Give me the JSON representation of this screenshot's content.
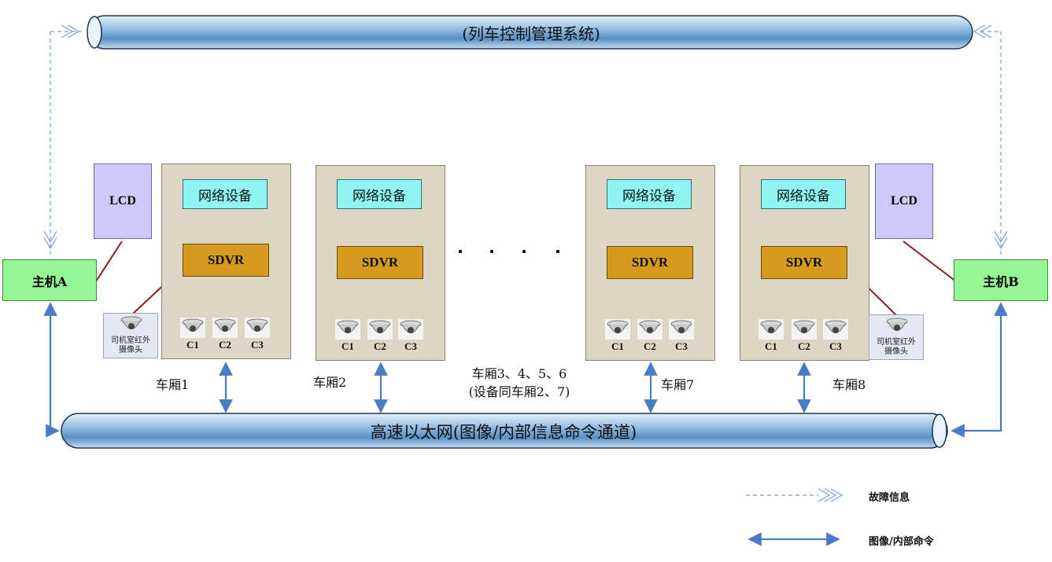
{
  "top_bus": {
    "label": "(列车控制管理系统)"
  },
  "bottom_bus": {
    "label": "高速以太网(图像/内部信息命令通道)"
  },
  "host_a": {
    "label": "主机A"
  },
  "host_b": {
    "label": "主机B"
  },
  "lcd_left": {
    "label": "LCD"
  },
  "lcd_right": {
    "label": "LCD"
  },
  "ir_camera_left": {
    "label": "司机室红外\n摄像头"
  },
  "ir_camera_right": {
    "label": "司机室红外\n摄像头"
  },
  "cars": [
    {
      "name": "车厢1",
      "network": "网络设备",
      "sdvr": "SDVR",
      "cameras": [
        "C1",
        "C2",
        "C3"
      ]
    },
    {
      "name": "车厢2",
      "network": "网络设备",
      "sdvr": "SDVR",
      "cameras": [
        "C1",
        "C2",
        "C3"
      ]
    },
    {
      "name": "车厢7",
      "network": "网络设备",
      "sdvr": "SDVR",
      "cameras": [
        "C1",
        "C2",
        "C3"
      ]
    },
    {
      "name": "车厢8",
      "network": "网络设备",
      "sdvr": "SDVR",
      "cameras": [
        "C1",
        "C2",
        "C3"
      ]
    }
  ],
  "middle_note": {
    "line1": "车厢3、4、5、6",
    "line2": "(设备同车厢2、7)"
  },
  "legend": [
    {
      "label": "故障信息",
      "style": "dashed-double-arrow",
      "color": "#7a9fd6"
    },
    {
      "label": "图像/内部命令",
      "style": "solid-double-arrow",
      "color": "#4a7cc6"
    }
  ],
  "colors": {
    "network_box": "#8ff4f4",
    "sdvr_box": "#d69a1e",
    "car_panel": "#ddd6c4",
    "host_box": "#96f596",
    "lcd_box": "#cdc8f5",
    "connector_red": "#8b1a1a",
    "connector_blue": "#1a2bd6"
  }
}
